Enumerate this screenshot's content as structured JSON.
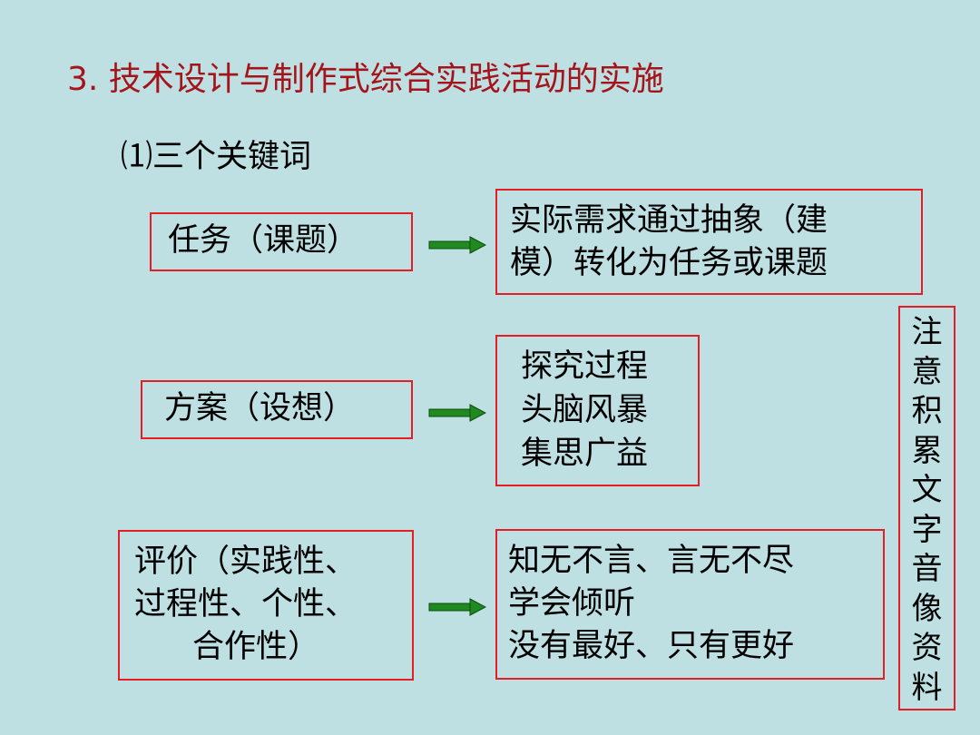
{
  "title": "3. 技术设计与制作式综合实践活动的实施",
  "subtitle": "⑴三个关键词",
  "rows": [
    {
      "left": [
        "任务（课题）"
      ],
      "right": [
        "实际需求通过抽象（建",
        "模）转化为任务或课题"
      ]
    },
    {
      "left": [
        "方案（设想）"
      ],
      "right": [
        "探究过程",
        "头脑风暴",
        "集思广益"
      ]
    },
    {
      "left": [
        "评价（实践性、",
        "过程性、个性、",
        "合作性）"
      ],
      "right": [
        "知无不言、言无不尽",
        "学会倾听",
        "没有最好、只有更好"
      ]
    }
  ],
  "side_note": [
    "注",
    "意",
    "积",
    "累",
    "文",
    "字",
    "音",
    "像",
    "资",
    "料"
  ],
  "colors": {
    "background": "#bfe0e3",
    "title": "#a5141a",
    "border": "#e31e24",
    "arrow": "#1f8a1f"
  },
  "icons": {
    "arrow": "arrow-right-icon"
  }
}
